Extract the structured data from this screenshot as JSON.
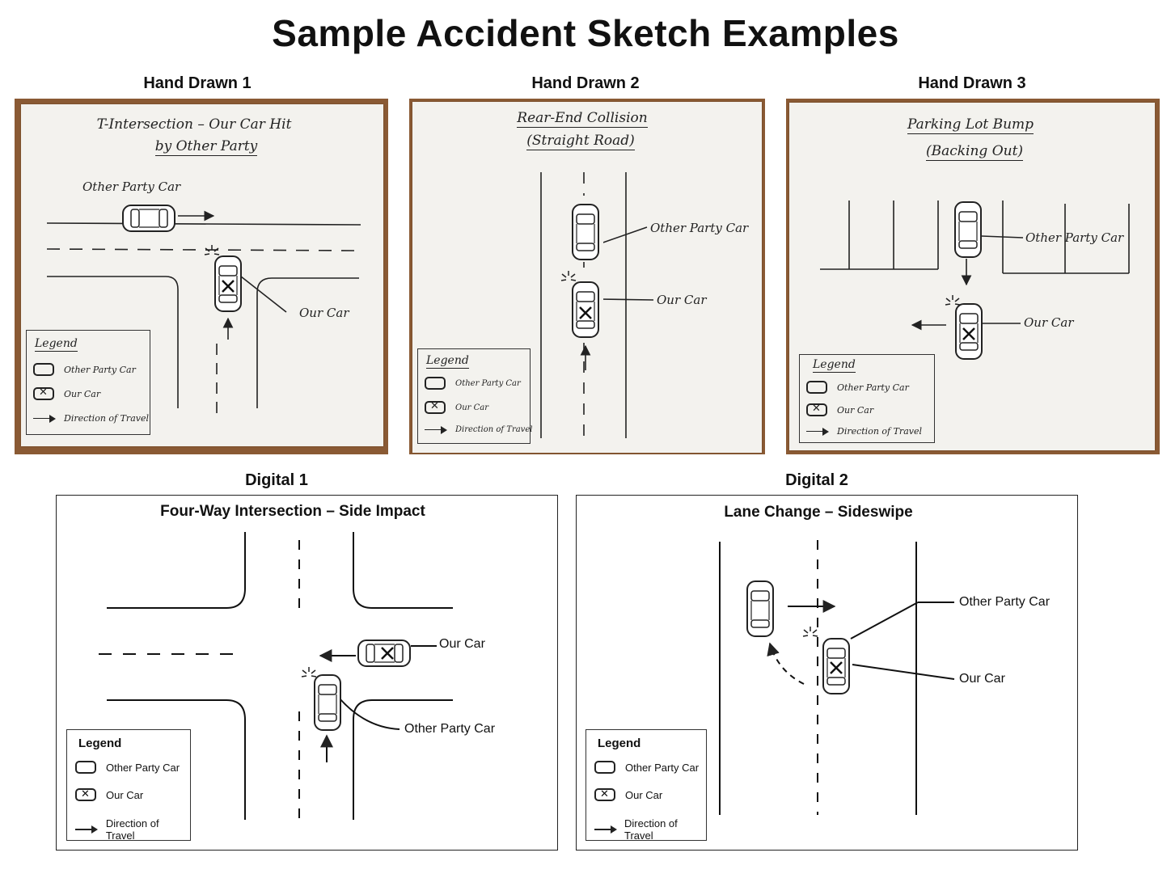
{
  "page_title": "Sample Accident Sketch Examples",
  "panels": {
    "hand1": {
      "label": "Hand Drawn 1",
      "heading_line1": "T-Intersection – Our Car Hit",
      "heading_line2": "by Other Party",
      "other_car_label": "Other Party Car",
      "our_car_label": "Our Car"
    },
    "hand2": {
      "label": "Hand Drawn 2",
      "heading_line1": "Rear-End Collision",
      "heading_line2": "(Straight Road)",
      "other_car_label": "Other Party Car",
      "our_car_label": "Our Car"
    },
    "hand3": {
      "label": "Hand Drawn 3",
      "heading_line1": "Parking Lot Bump",
      "heading_line2": "(Backing Out)",
      "other_car_label": "Other Party Car",
      "our_car_label": "Our Car"
    },
    "digital1": {
      "label": "Digital 1",
      "heading": "Four-Way Intersection – Side Impact",
      "our_car_label": "Our Car",
      "other_car_label": "Other Party Car"
    },
    "digital2": {
      "label": "Digital 2",
      "heading": "Lane Change – Sideswipe",
      "other_car_label": "Other Party Car",
      "our_car_label": "Our Car"
    }
  },
  "legend": {
    "title": "Legend",
    "other_party": "Other Party Car",
    "our_car": "Our Car",
    "direction": "Direction of Travel"
  },
  "colors": {
    "board": "#8a5a34",
    "paper": "#f3f2ee",
    "ink": "#222222"
  }
}
